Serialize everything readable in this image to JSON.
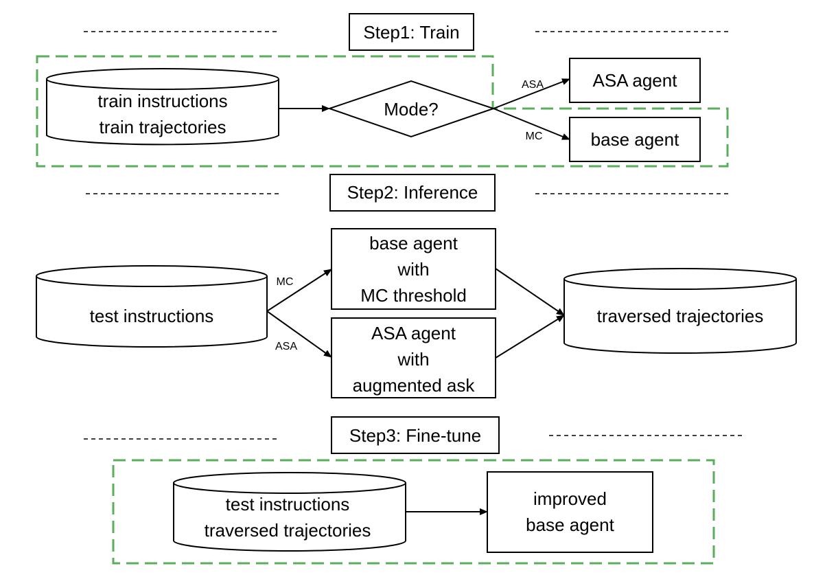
{
  "colors": {
    "stroke": "#000000",
    "highlight": "#5aad5a",
    "background": "#ffffff"
  },
  "steps": {
    "train": "Step1: Train",
    "inference": "Step2: Inference",
    "finetune": "Step3: Fine-tune"
  },
  "train": {
    "data_line1": "train instructions",
    "data_line2": "train trajectories",
    "decision": "Mode?",
    "edge_asa": "ASA",
    "edge_mc": "MC",
    "asa_agent": "ASA agent",
    "base_agent": "base agent"
  },
  "inference": {
    "test_data": "test instructions",
    "edge_mc": "MC",
    "edge_asa": "ASA",
    "base_box_line1": "base agent",
    "base_box_line2": "with",
    "base_box_line3": "MC threshold",
    "asa_box_line1": "ASA agent",
    "asa_box_line2": "with",
    "asa_box_line3": "augmented ask",
    "output": "traversed trajectories"
  },
  "finetune": {
    "data_line1": "test instructions",
    "data_line2": "traversed trajectories",
    "result_line1": "improved",
    "result_line2": "base agent"
  }
}
